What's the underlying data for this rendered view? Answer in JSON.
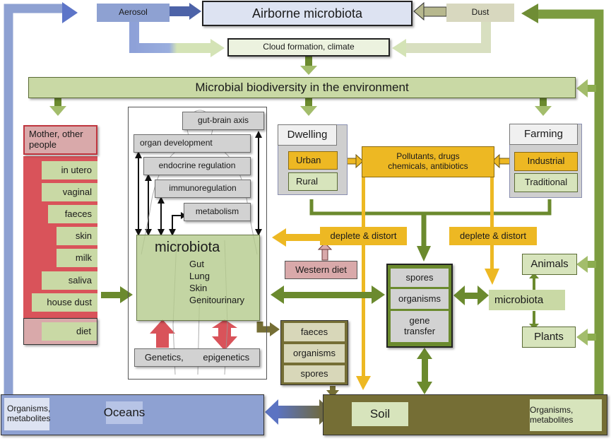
{
  "title": "Microbial biodiversity in the environment",
  "top": {
    "aerosol": "Aerosol",
    "airborne": "Airborne microbiota",
    "dust": "Dust",
    "cloud": "Cloud formation, climate"
  },
  "banner": "Microbial biodiversity in the environment",
  "mother": {
    "header": "Mother, other people",
    "items": [
      "in utero",
      "vaginal",
      "faeces",
      "skin",
      "milk",
      "saliva",
      "house dust"
    ],
    "diet": "diet"
  },
  "body": {
    "functions": [
      "gut-brain axis",
      "organ development",
      "endocrine regulation",
      "immunoregulation",
      "metabolism"
    ],
    "microbiota_title": "microbiota",
    "sites": [
      "Gut",
      "Lung",
      "Skin",
      "Genitourinary"
    ],
    "genetics": "Genetics,",
    "epigenetics": "epigenetics"
  },
  "dwelling": {
    "title": "Dwelling",
    "urban": "Urban",
    "rural": "Rural"
  },
  "farming": {
    "title": "Farming",
    "industrial": "Industrial",
    "traditional": "Traditional"
  },
  "pollutants": {
    "line1": "Pollutants, drugs",
    "line2": "chemicals, antibiotics"
  },
  "deplete_left": "deplete & distort",
  "deplete_right": "deplete & distort",
  "western_diet": "Western diet",
  "center_stack": [
    "spores",
    "organisms",
    "gene transfer"
  ],
  "faeces_stack": [
    "faeces",
    "organisms",
    "spores"
  ],
  "env_microbiota": "microbiota",
  "animals": "Animals",
  "plants": "Plants",
  "oceans": {
    "label": "Oceans",
    "sub": "Organisms, metabolites"
  },
  "soil": {
    "label": "Soil",
    "sub": "Organisms, metabolites"
  },
  "colors": {
    "blue": "#8ea1d2",
    "blue_dark": "#4d63a8",
    "green": "#6b8a2e",
    "light_green": "#c9d9a5",
    "olive": "#756e35",
    "yellow": "#edb823",
    "red": "#d9535a",
    "pink": "#d9a9aa",
    "gray": "#d2d2d2"
  }
}
